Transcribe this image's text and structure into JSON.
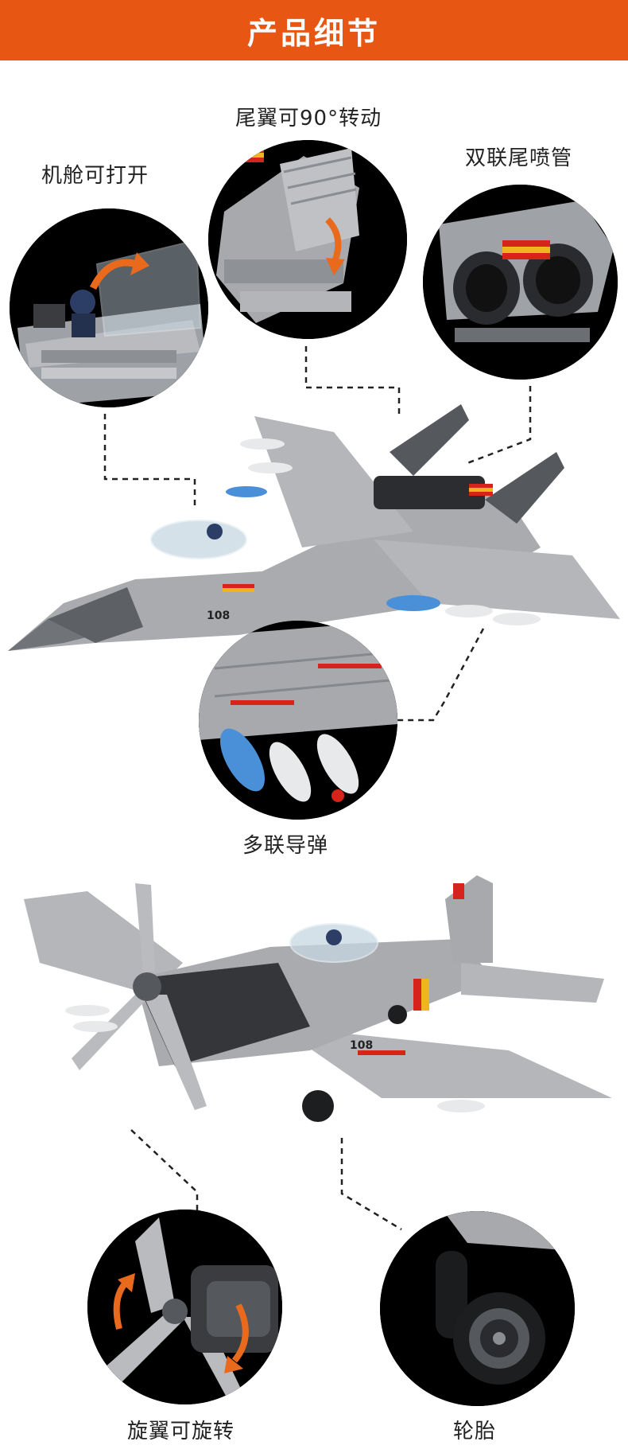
{
  "header": {
    "title": "产品细节"
  },
  "details": {
    "canopy": "机舱可打开",
    "tail": "尾翼可90°转动",
    "nozzle": "双联尾喷管",
    "missiles": "多联导弹",
    "propeller": "旋翼可旋转",
    "tire": "轮胎"
  },
  "markings": {
    "jet_number": "108",
    "prop_number": "108"
  },
  "colors": {
    "banner": "#e75612",
    "arrow": "#ea6a1d",
    "circle_bg": "#000000",
    "brick_gray": "#a9abae",
    "brick_dark": "#3a3c40",
    "stripe_red": "#d6241c",
    "stripe_yellow": "#f0b41e",
    "missile_blue": "#4a90d9"
  }
}
